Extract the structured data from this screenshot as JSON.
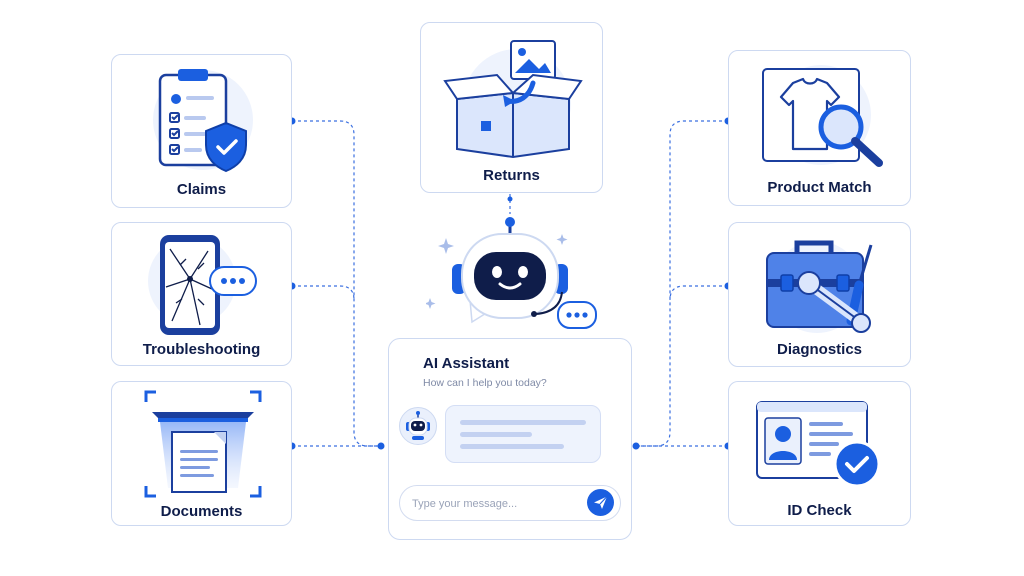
{
  "cards": {
    "claims": {
      "label": "Claims"
    },
    "troubleshooting": {
      "label": "Troubleshooting"
    },
    "documents": {
      "label": "Documents"
    },
    "returns": {
      "label": "Returns"
    },
    "product_match": {
      "label": "Product Match"
    },
    "diagnostics": {
      "label": "Diagnostics"
    },
    "id_check": {
      "label": "ID Check"
    }
  },
  "assistant": {
    "title": "AI Assistant",
    "subtitle": "How can I help you today?",
    "input_placeholder": "Type your message..."
  },
  "colors": {
    "accent": "#1b5fe0",
    "accent_dark": "#0f3fa8",
    "navy": "#0f1d4a",
    "light_fill": "#eaf0fc",
    "border": "#cdd9f1"
  },
  "icons": {
    "claims": "clipboard-shield-icon",
    "troubleshooting": "cracked-phone-icon",
    "documents": "scanner-document-icon",
    "returns": "open-box-icon",
    "product_match": "shirt-magnifier-icon",
    "diagnostics": "toolbox-wrench-icon",
    "id_check": "id-card-check-icon",
    "assistant": "robot-icon",
    "send": "send-icon"
  }
}
